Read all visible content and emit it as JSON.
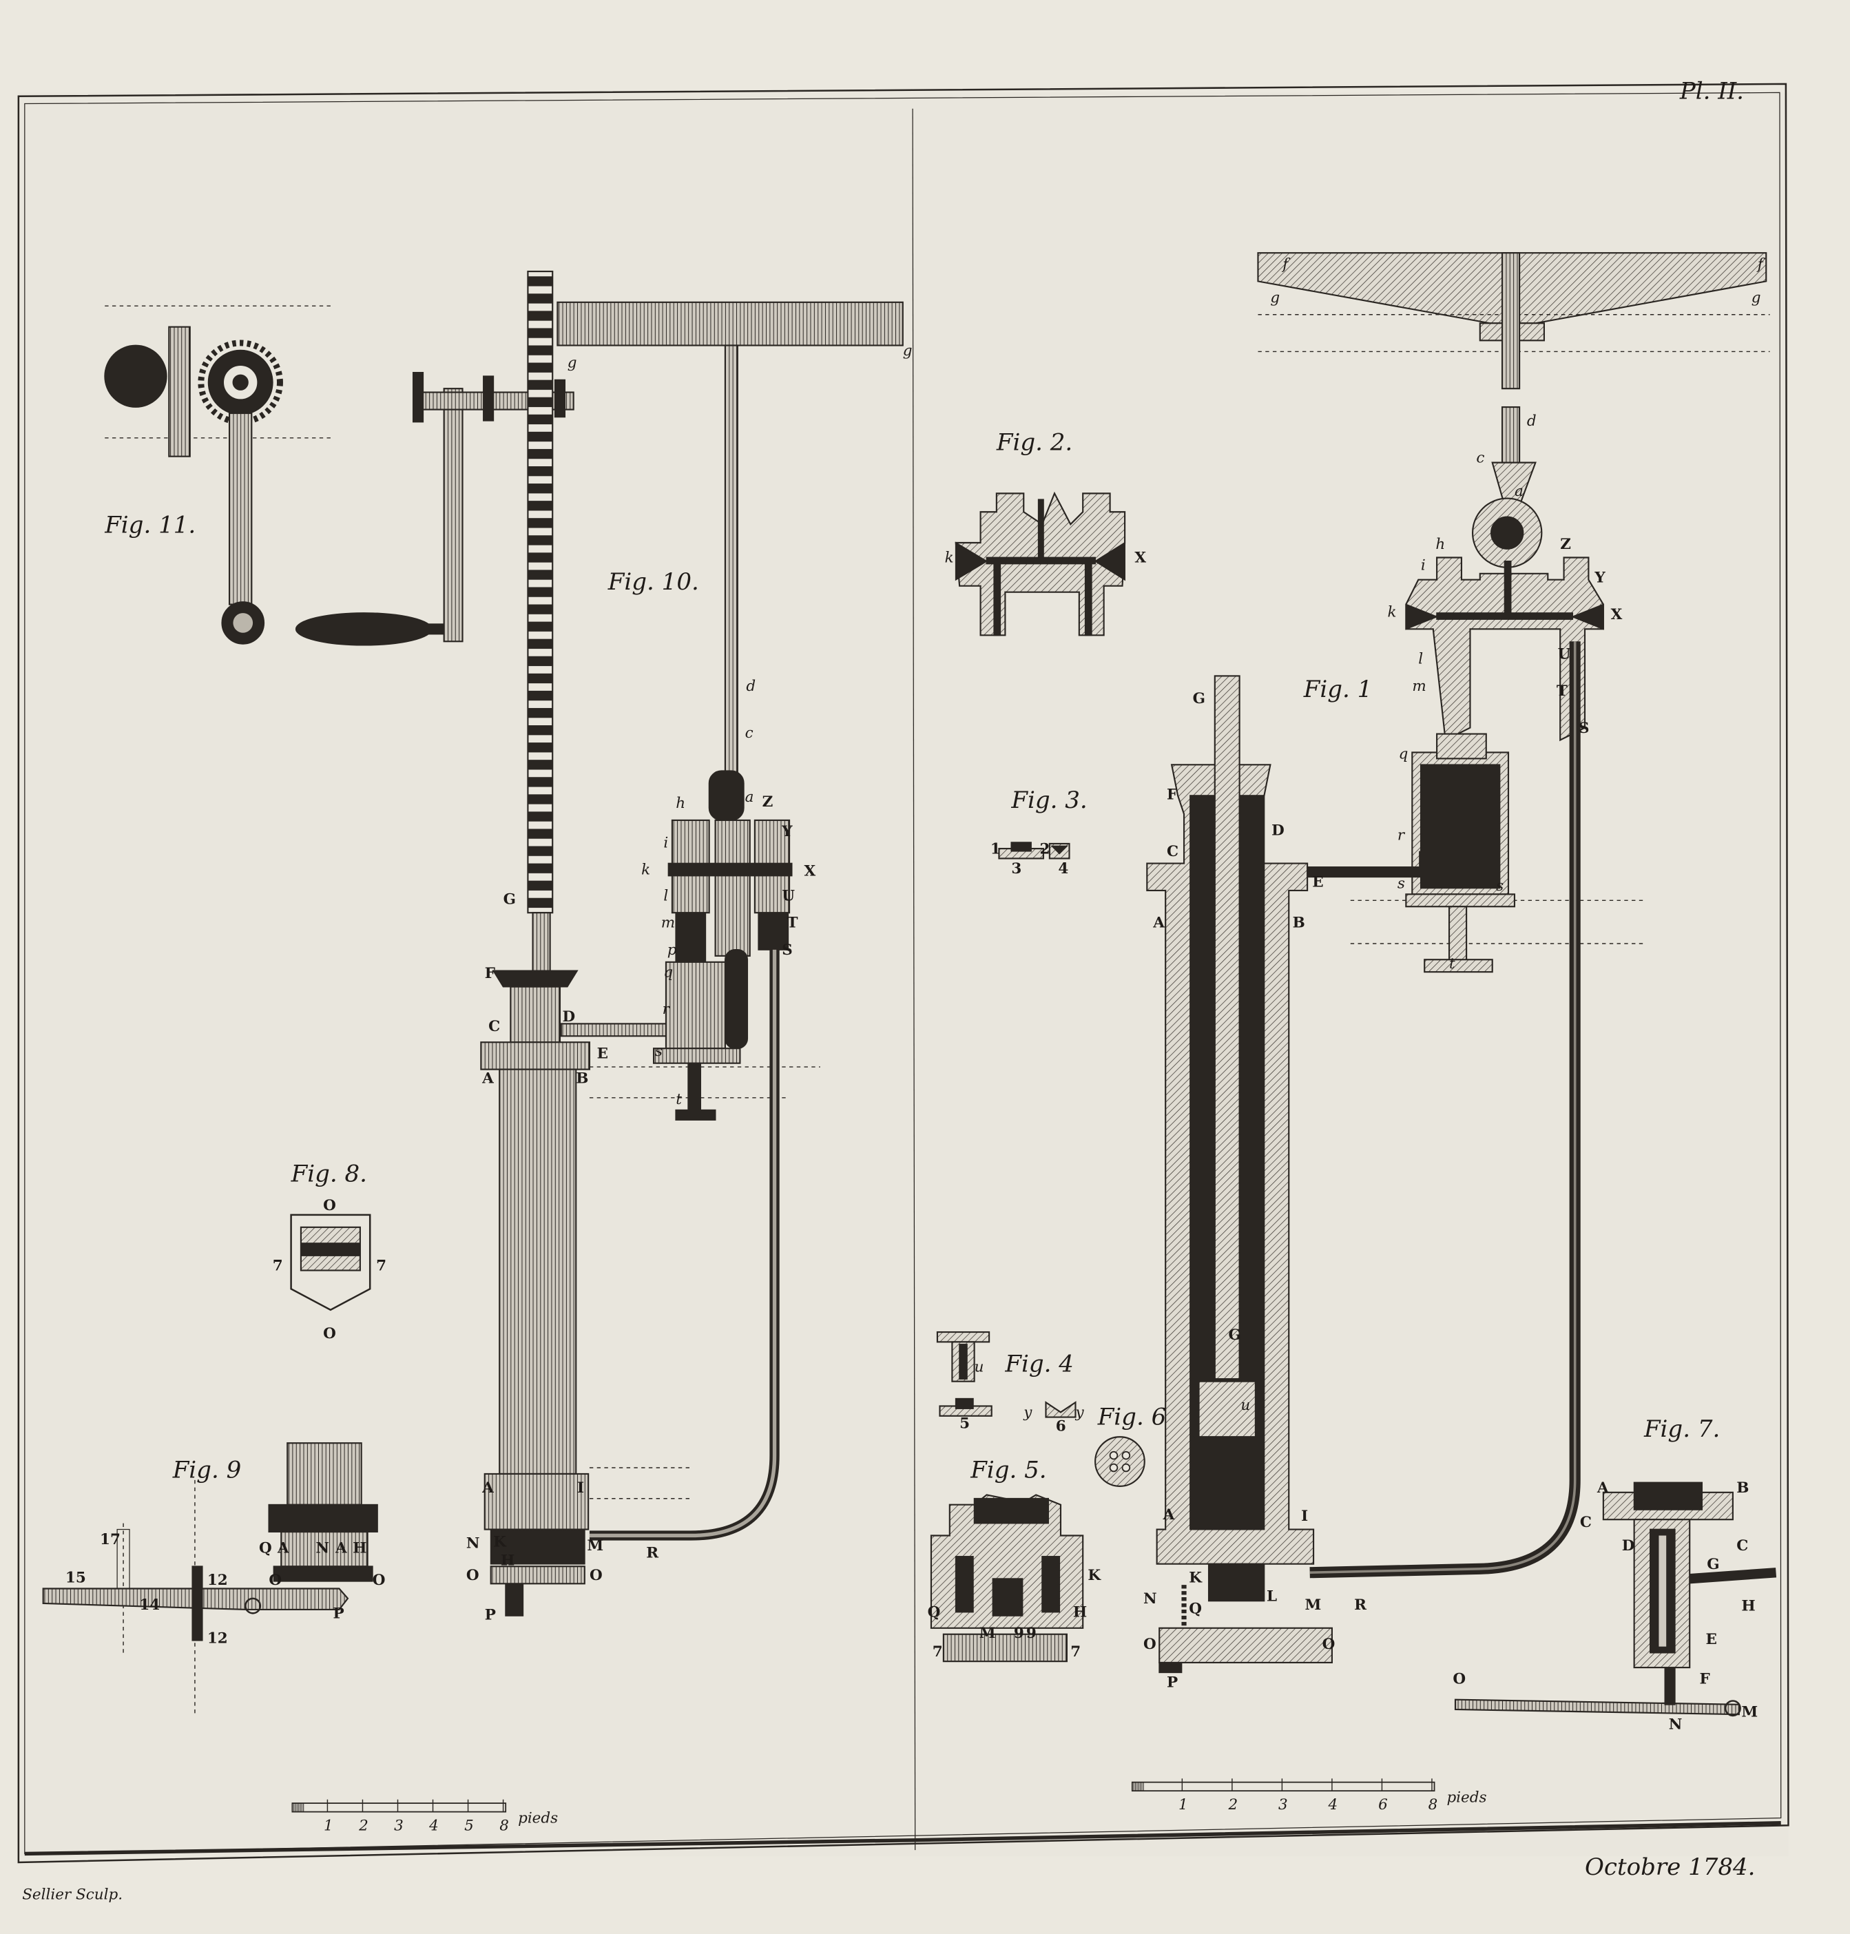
{
  "plate": {
    "number": "Pl. II.",
    "date": "Octobre 1784.",
    "engraver": "Sellier Sculp."
  },
  "figures": {
    "fig1": "Fig. 1",
    "fig2": "Fig. 2.",
    "fig3": "Fig. 3.",
    "fig4": "Fig. 4",
    "fig5": "Fig. 5.",
    "fig6": "Fig. 6",
    "fig7": "Fig. 7.",
    "fig8": "Fig. 8.",
    "fig9": "Fig. 9",
    "fig10": "Fig. 10.",
    "fig11": "Fig. 11."
  },
  "scales": {
    "left": {
      "ticks": [
        "1",
        "2",
        "3",
        "4",
        "5",
        "8"
      ],
      "unit": "pieds"
    },
    "right": {
      "ticks": [
        "1",
        "2",
        "3",
        "4",
        "6",
        "8"
      ],
      "unit": "pieds"
    }
  },
  "letters": {
    "fig10": [
      "g",
      "g",
      "d",
      "c",
      "a",
      "Z",
      "h",
      "Y",
      "i",
      "k",
      "X",
      "l",
      "U",
      "m",
      "T",
      "p",
      "S",
      "q",
      "r",
      "G",
      "F",
      "C",
      "D",
      "E",
      "A",
      "B",
      "s",
      "t",
      "A",
      "I",
      "N",
      "K",
      "H",
      "M",
      "R",
      "O",
      "O",
      "P"
    ],
    "fig1": [
      "f",
      "f",
      "g",
      "g",
      "d",
      "c",
      "a",
      "h",
      "Z",
      "i",
      "Y",
      "k",
      "X",
      "l",
      "U",
      "m",
      "T",
      "S",
      "G",
      "q",
      "F",
      "D",
      "C",
      "E",
      "r",
      "A",
      "B",
      "s",
      "s",
      "t",
      "G",
      "u",
      "A",
      "I",
      "N",
      "K",
      "Q",
      "L",
      "M",
      "R",
      "O",
      "O",
      "P"
    ],
    "fig2": [
      "k",
      "X"
    ],
    "fig3": [
      "1",
      "3",
      "2",
      "4"
    ],
    "fig4": [
      "u",
      "y",
      "6",
      "y",
      "5"
    ],
    "fig5": [
      "K",
      "Q",
      "H",
      "7",
      "7",
      "M",
      "9",
      "9"
    ],
    "fig7": [
      "A",
      "B",
      "C",
      "C",
      "D",
      "G",
      "H",
      "E",
      "F",
      "O",
      "N",
      "M"
    ],
    "fig8": [
      "O",
      "7",
      "7",
      "O"
    ],
    "fig9": [
      "17",
      "15",
      "12",
      "12",
      "14",
      "Q",
      "A",
      "N",
      "A",
      "H",
      "O",
      "O",
      "P"
    ]
  }
}
